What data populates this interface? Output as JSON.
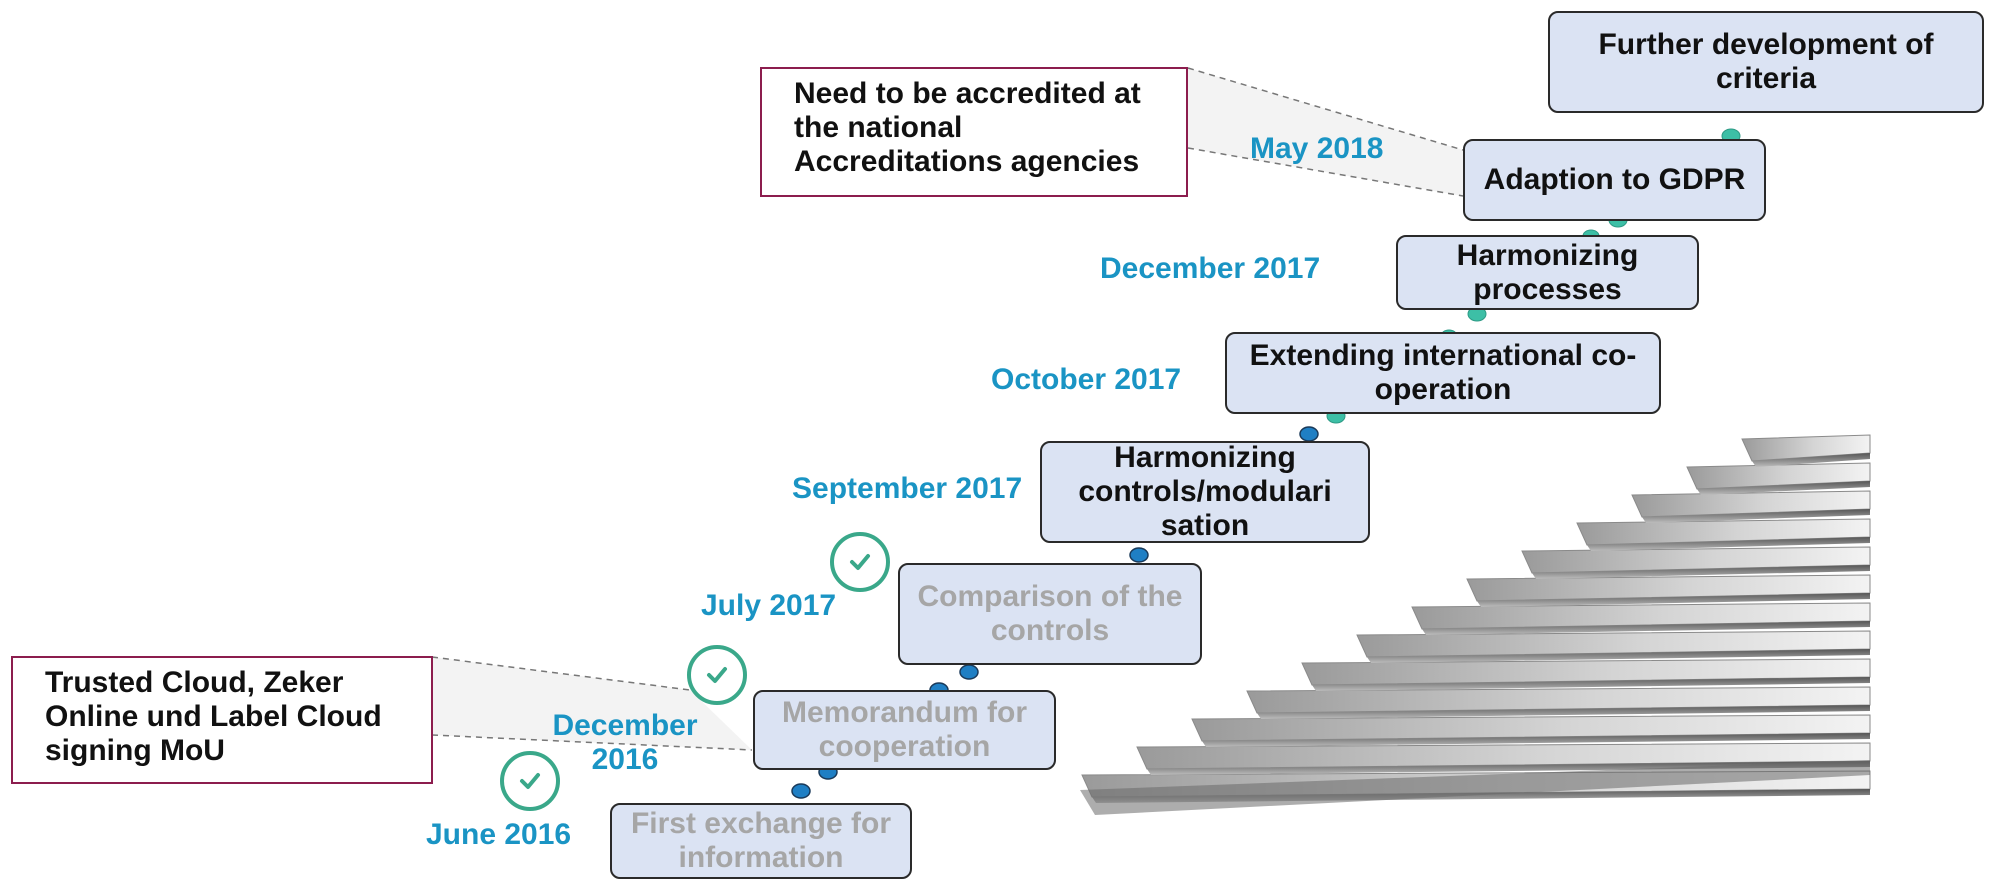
{
  "steps": [
    {
      "label": "First exchange for information",
      "status": "done"
    },
    {
      "label": "Memorandum for cooperation",
      "status": "done"
    },
    {
      "label": "Comparison of the controls",
      "status": "done"
    },
    {
      "label": "Harmonizing controls/modulari sation",
      "status": "open"
    },
    {
      "label": "Extending international co-operation",
      "status": "open"
    },
    {
      "label": "Harmonizing processes",
      "status": "open"
    },
    {
      "label": "Adaption to GDPR",
      "status": "open"
    },
    {
      "label": "Further development of criteria",
      "status": "open"
    }
  ],
  "dates": [
    "June 2016",
    "December 2016",
    "July 2017",
    "September 2017",
    "October 2017",
    "December 2017",
    "May 2018"
  ],
  "notes": {
    "trusted_cloud": "Trusted Cloud, Zeker Online und Label Cloud signing MoU",
    "accreditation": "Need to be accredited at the national Accreditations agencies"
  },
  "colors": {
    "date_text": "#1a94c4",
    "step_fill": "#dbe3f3",
    "step_done_text": "#a6a6a6",
    "check": "#3aa88a",
    "note_border": "#8c1d4e",
    "connector_dot": "#1f7fc4",
    "connector_dot_upper": "#3dbfa6"
  },
  "icons": {
    "check": "check-circle-icon",
    "staircase": "staircase-illustration"
  }
}
